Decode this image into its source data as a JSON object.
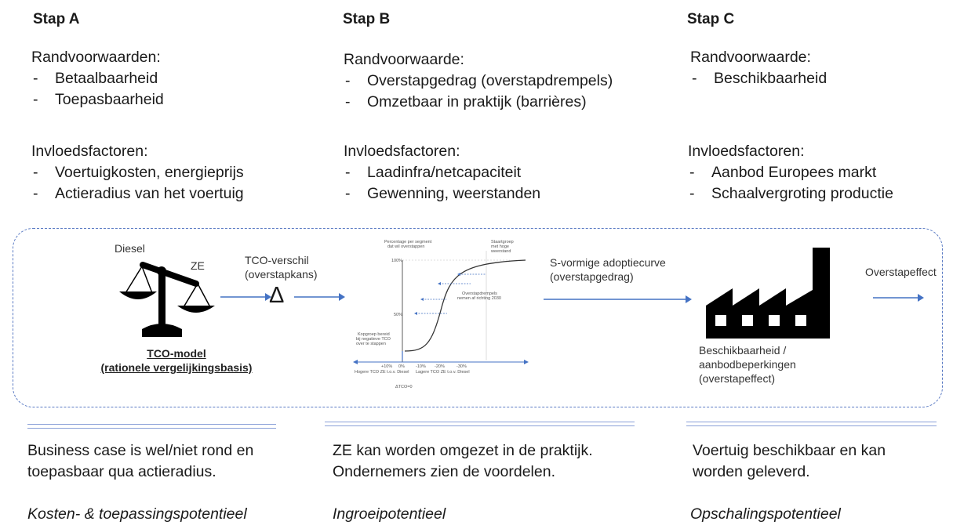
{
  "columns": [
    {
      "title": "Stap A",
      "conditions_label": "Randvoorwaarden:",
      "conditions": [
        "Betaalbaarheid",
        "Toepasbaarheid"
      ],
      "factors_label": "Invloedsfactoren:",
      "factors": [
        "Voertuigkosten, energieprijs",
        "Actieradius van het voertuig"
      ],
      "outcome": [
        "Business case is wel/niet rond en",
        "toepasbaar qua actieradius."
      ],
      "potential": "Kosten- & toepassingspotentieel"
    },
    {
      "title": "Stap B",
      "conditions_label": "Randvoorwaarde:",
      "conditions": [
        "Overstapgedrag (overstapdrempels)",
        "Omzetbaar in praktijk (barrières)"
      ],
      "factors_label": "Invloedsfactoren:",
      "factors": [
        "Laadinfra/netcapaciteit",
        "Gewenning, weerstanden"
      ],
      "outcome": [
        "ZE kan worden omgezet in de praktijk.",
        "Ondernemers zien de voordelen."
      ],
      "potential": "Ingroeipotentieel"
    },
    {
      "title": "Stap C",
      "conditions_label": "Randvoorwaarde:",
      "conditions": [
        "Beschikbaarheid"
      ],
      "factors_label": "Invloedsfactoren:",
      "factors": [
        "Aanbod Europees markt",
        "Schaalvergroting productie"
      ],
      "outcome": [
        "Voertuig beschikbaar en kan",
        "worden geleverd."
      ],
      "potential": "Opschalingspotentieel"
    }
  ],
  "diagram": {
    "diesel_label": "Diesel",
    "ze_label": "ZE",
    "tco_model": [
      "TCO-model",
      "(rationele vergelijkingsbasis)"
    ],
    "tco_diff": [
      "TCO-verschil",
      "(overstapkans)"
    ],
    "delta_symbol": "Δ",
    "curve_label": [
      "S-vormige adoptiecurve",
      "(overstapgedrag)"
    ],
    "availability": [
      "Beschikbaarheid /",
      "aanbodbeperkingen",
      "(overstapeffect)"
    ],
    "effect_label": "Overstapeffect",
    "mini_chart": {
      "ylabel": [
        "Percentage per segment",
        "dat wil overstappen"
      ],
      "yticks": [
        "100%",
        "50%"
      ],
      "late_group": [
        "Staartgroep",
        "met hoge",
        "weerstand"
      ],
      "thresholds": [
        "Overstapdrempels",
        "nemen af richting 2030"
      ],
      "early_group": [
        "Kopgroep bereid",
        "bij negatieve TCO",
        "over te stappen"
      ],
      "xticks": [
        "+10%",
        "0%",
        "-10%",
        "-20%",
        "-30%"
      ],
      "xlabel_left": "Hogere TCO ZE t.o.v. Diesel",
      "xlabel_right": "Lagere TCO ZE t.o.v. Diesel",
      "delta_zero": "ΔTCO=0"
    }
  },
  "colors": {
    "accent": "#4472c4",
    "frame": "#5b7bc4",
    "dark": "#000000"
  }
}
